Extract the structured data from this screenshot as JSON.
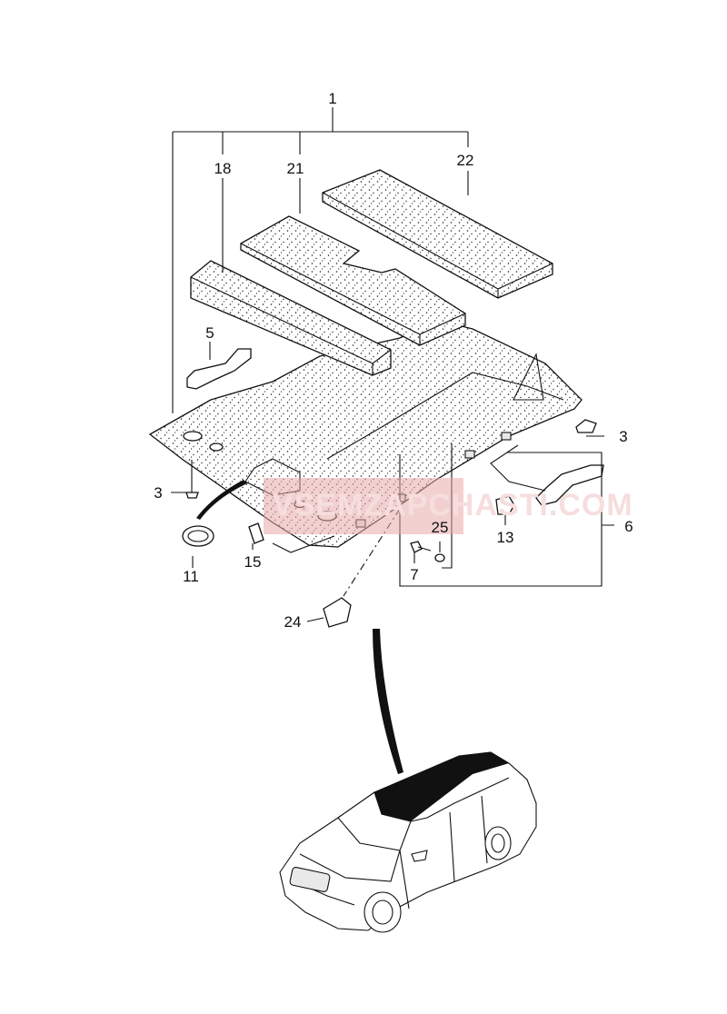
{
  "callouts": {
    "c1": "1",
    "c18": "18",
    "c21": "21",
    "c22": "22",
    "c5": "5",
    "c3_right": "3",
    "c3_left": "3",
    "c6": "6",
    "c13": "13",
    "c25": "25",
    "c7": "7",
    "c11": "11",
    "c15": "15",
    "c24": "24"
  },
  "watermark": {
    "text": "VSEMZAPCHASTI.COM",
    "color": "#e8a9a9"
  }
}
